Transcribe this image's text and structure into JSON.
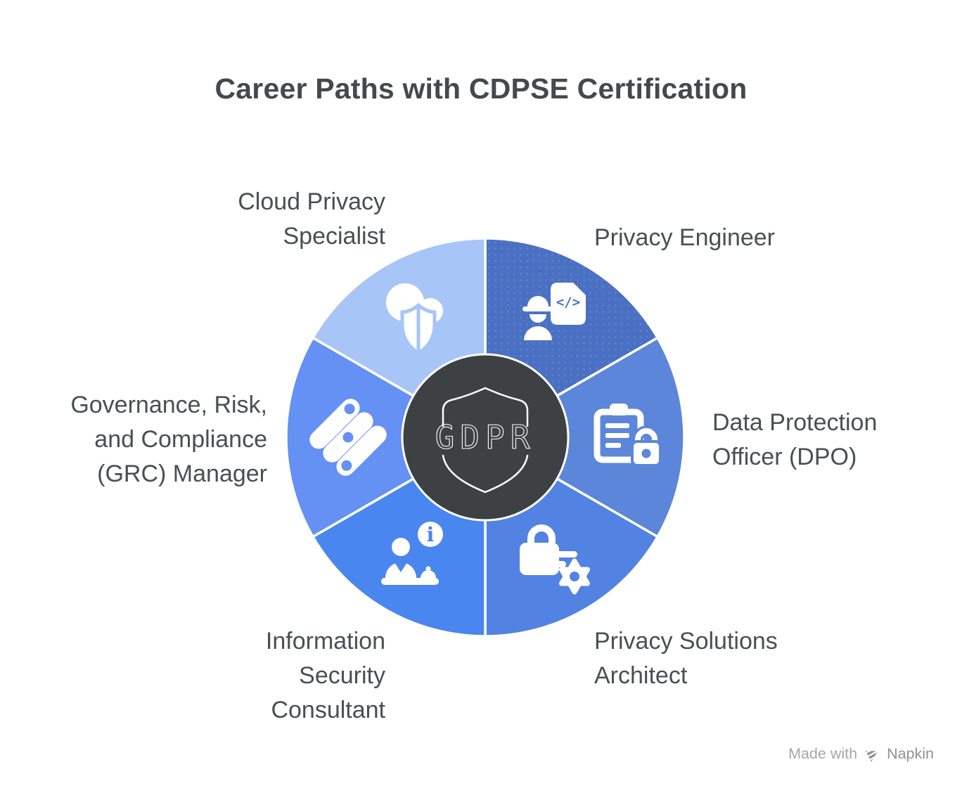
{
  "title": "Career Paths with CDPSE Certification",
  "center": {
    "label": "GDPR",
    "icon": "gdpr-shield-icon",
    "bg_color": "#3E4144"
  },
  "segments": [
    {
      "name": "cloud-privacy-specialist",
      "label": "Cloud Privacy\nSpecialist",
      "color": "#A8C5F8",
      "icon": "cloud-shield-icon"
    },
    {
      "name": "privacy-engineer",
      "label": "Privacy Engineer",
      "color": "#4A70C3",
      "icon": "engineer-code-icon"
    },
    {
      "name": "data-protection-officer",
      "label": "Data Protection\nOfficer (DPO)",
      "color": "#5C86D9",
      "icon": "clipboard-lock-icon"
    },
    {
      "name": "privacy-solutions-architect",
      "label": "Privacy Solutions\nArchitect",
      "color": "#5282E2",
      "icon": "lock-gear-icon"
    },
    {
      "name": "information-security-consultant",
      "label": "Information\nSecurity\nConsultant",
      "color": "#4A86EF",
      "icon": "consultant-info-icon"
    },
    {
      "name": "grc-manager",
      "label": "Governance, Risk,\nand Compliance\n(GRC) Manager",
      "color": "#6590F4",
      "icon": "sliders-icon"
    }
  ],
  "icons": {
    "code_glyph": "</>",
    "info_glyph": "i"
  },
  "watermark": {
    "prefix": "Made with",
    "brand": "Napkin"
  }
}
